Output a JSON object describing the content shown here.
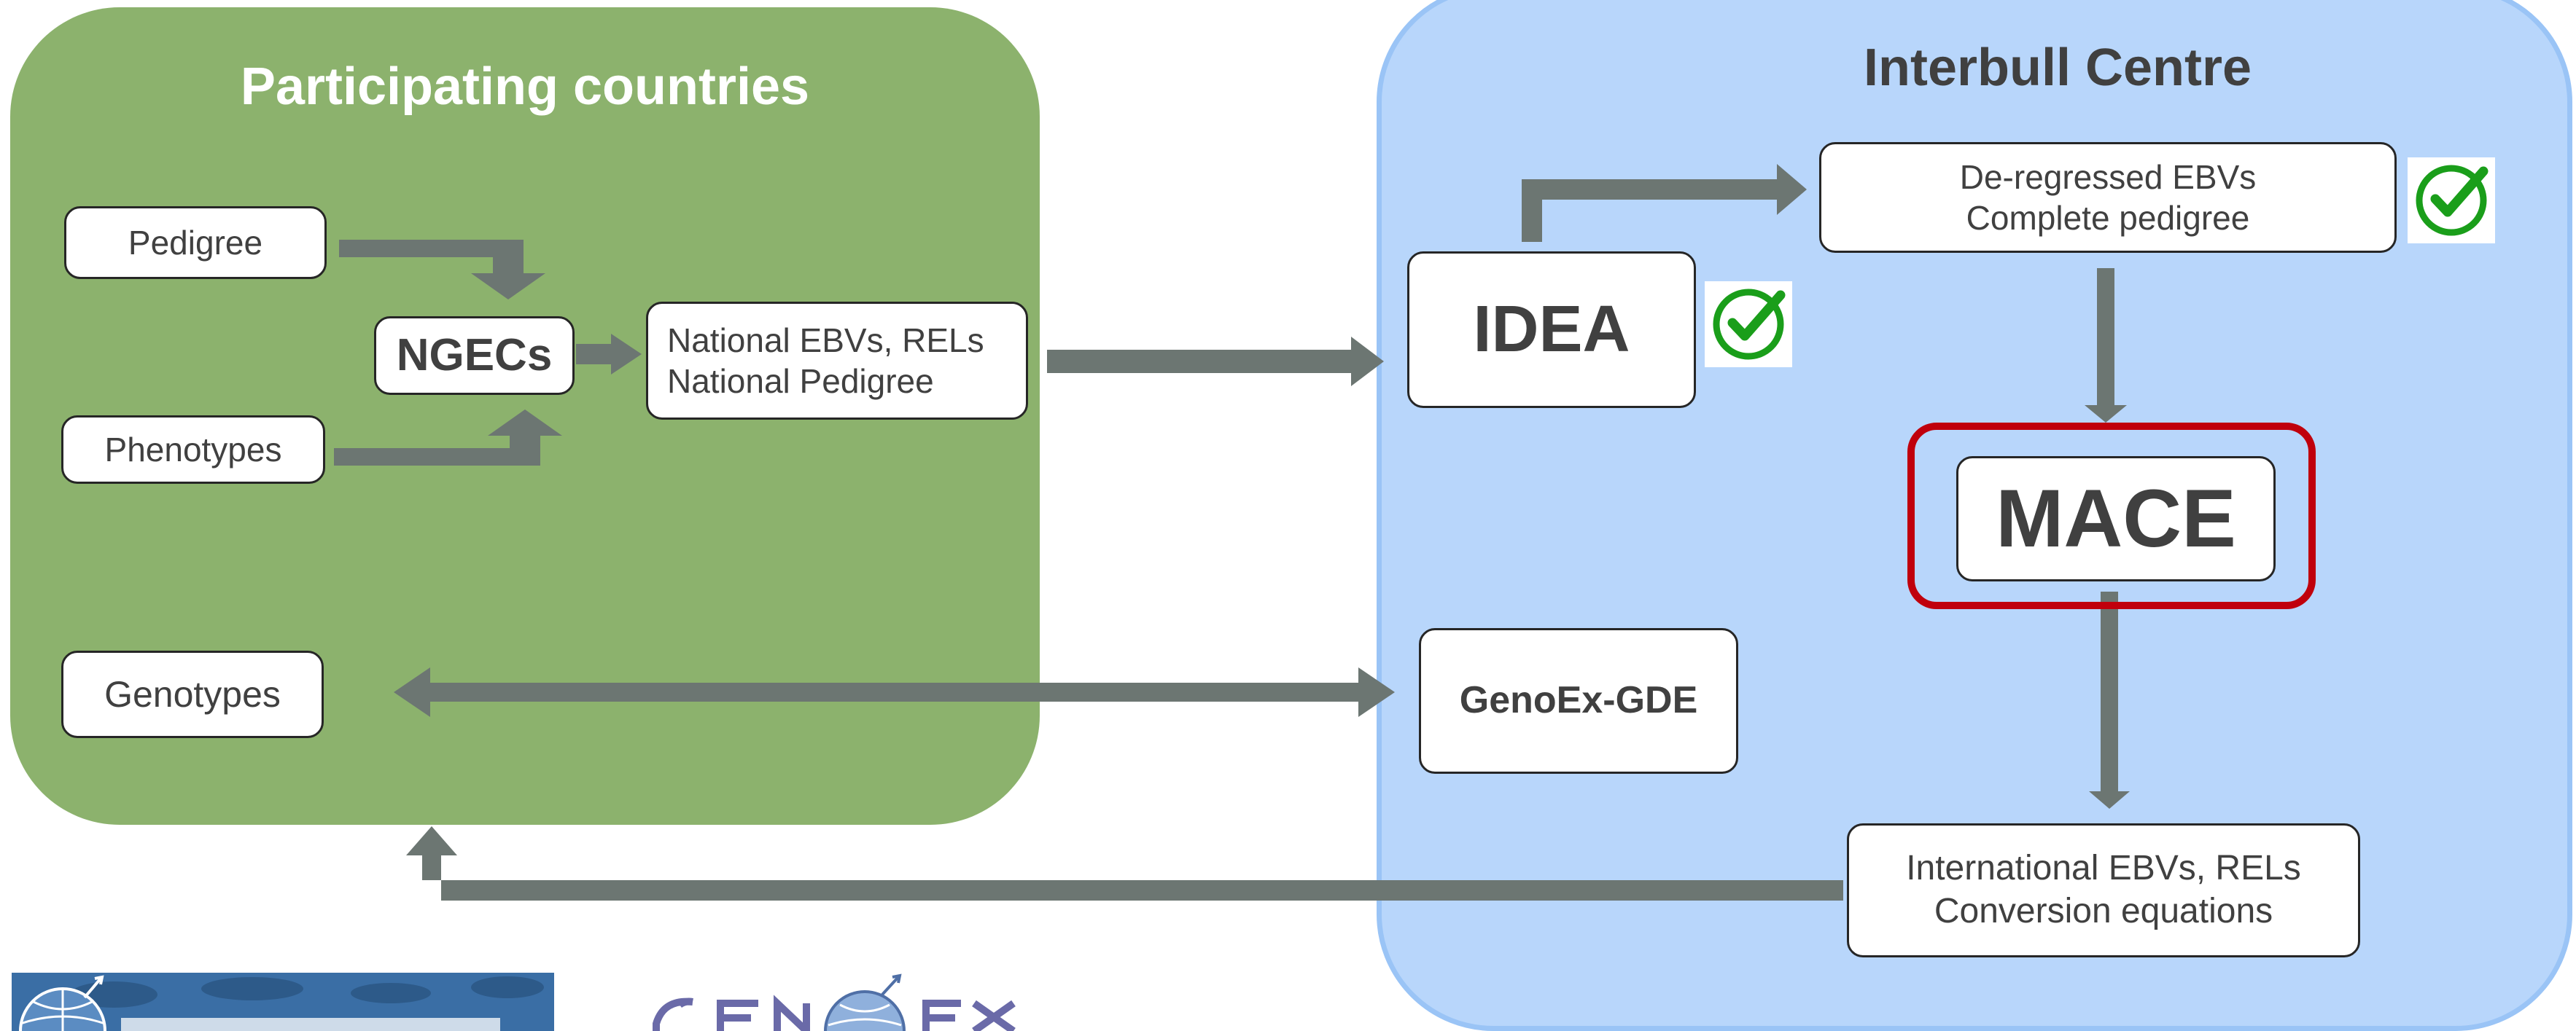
{
  "left_group": {
    "title": "Participating countries"
  },
  "right_group": {
    "title": "Interbull Centre"
  },
  "nodes": {
    "pedigree": "Pedigree",
    "phenotypes": "Phenotypes",
    "ngecs": "NGECs",
    "national": {
      "line1": "National EBVs, RELs",
      "line2": "National Pedigree"
    },
    "genotypes": "Genotypes",
    "idea": "IDEA",
    "deregressed": {
      "line1": "De-regressed EBVs",
      "line2": "Complete pedigree"
    },
    "mace": "MACE",
    "genoex": "GenoEx-GDE",
    "international": {
      "line1": "International EBVs, RELs",
      "line2": "Conversion equations"
    }
  },
  "icons": {
    "idea_status": "checkmark-icon",
    "deregressed_status": "checkmark-icon"
  },
  "colors": {
    "green_panel": "#8cb26d",
    "blue_panel": "#b8d6fb",
    "arrow": "#6c7672",
    "mace_highlight": "#c0000c",
    "check_green": "#1a9e1a"
  }
}
